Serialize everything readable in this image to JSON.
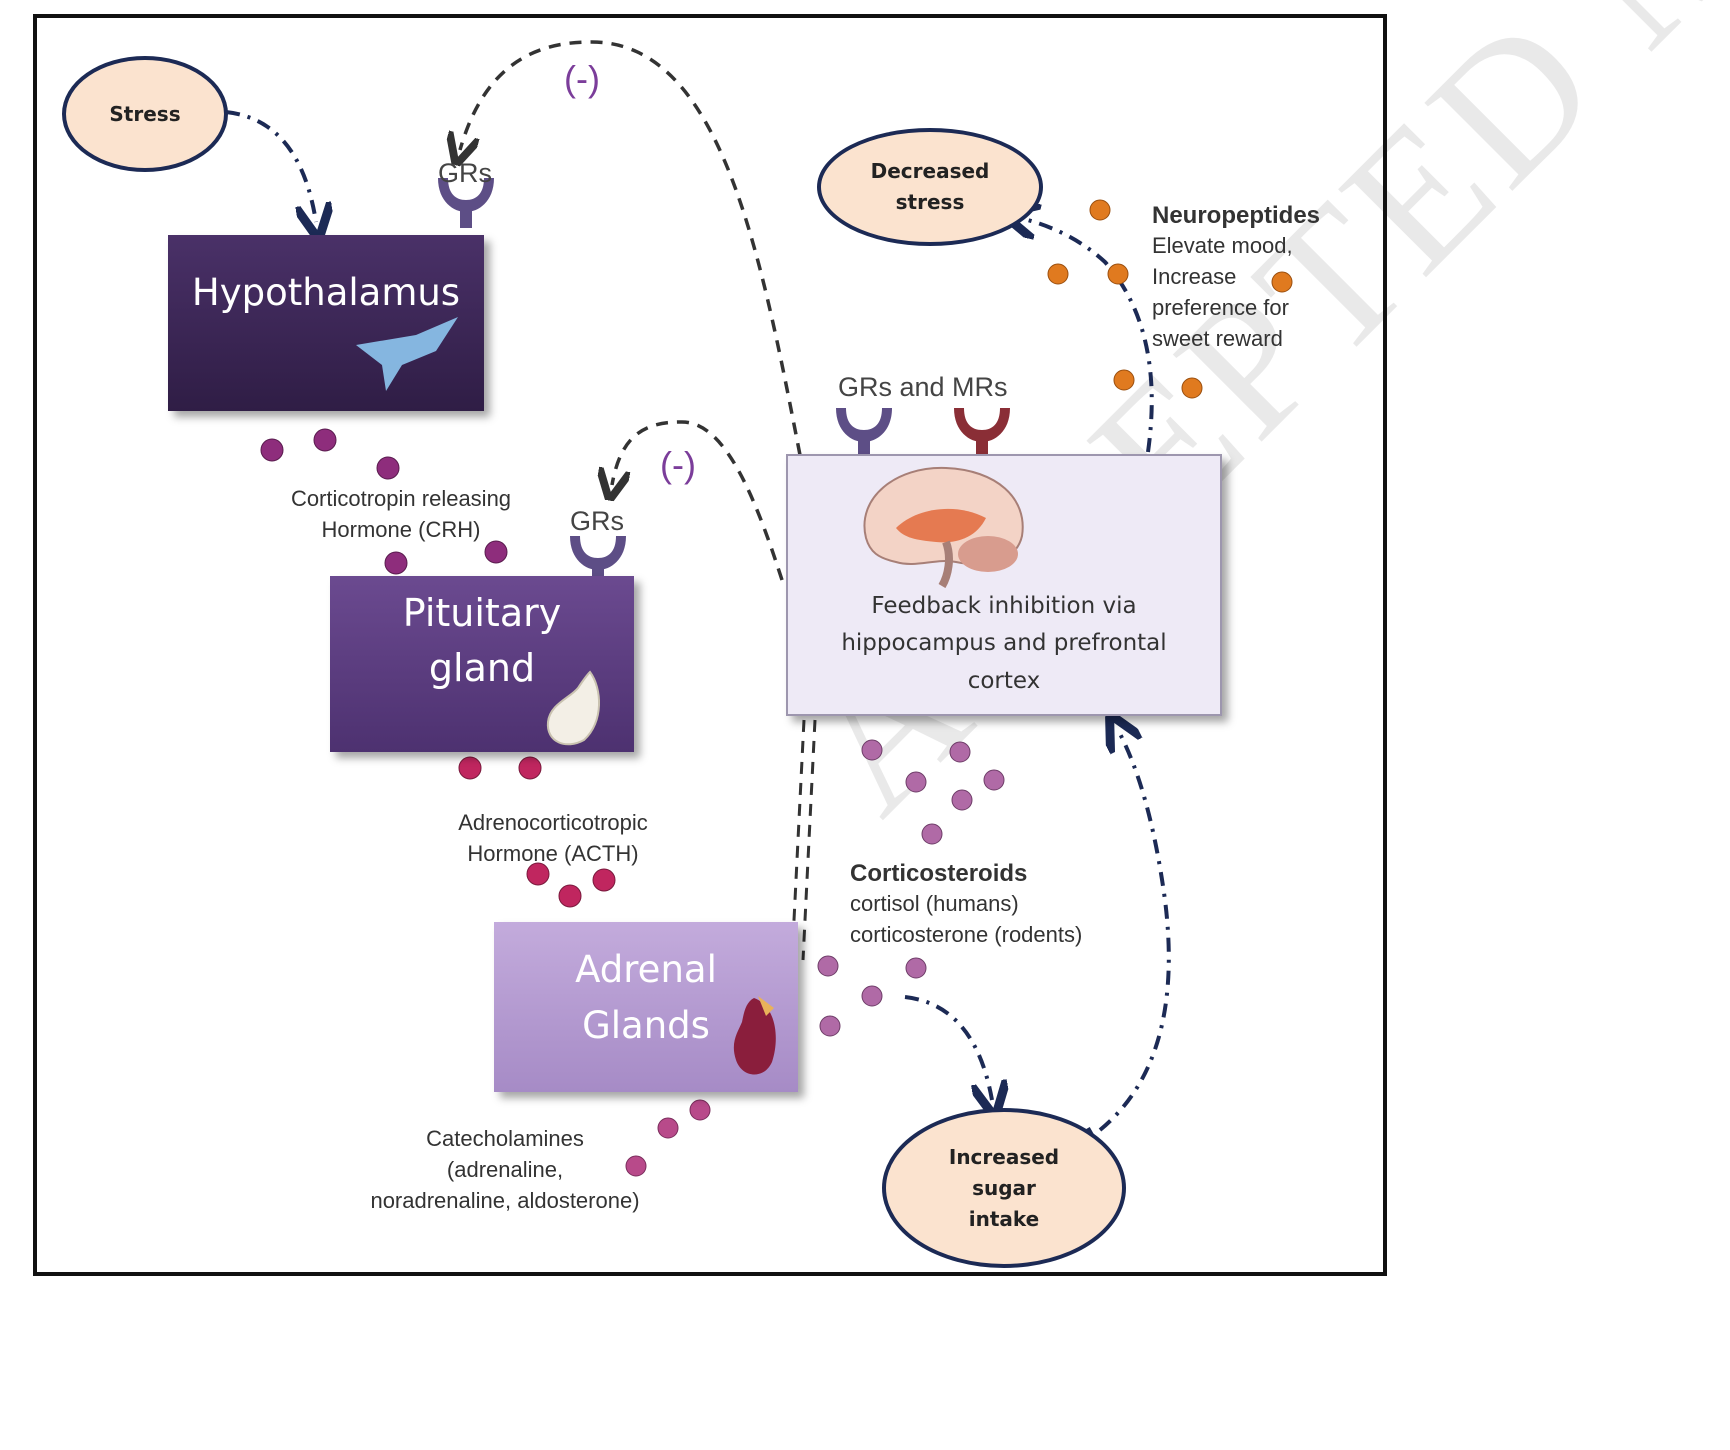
{
  "watermark": "ACCEPTED MANUSCRIPT",
  "nodes": {
    "stress": "Stress",
    "decreased_stress": "Decreased\nstress",
    "increased_sugar": "Increased\nsugar\nintake",
    "hypothalamus": "Hypothalamus",
    "pituitary": "Pituitary\ngland",
    "adrenal": "Adrenal\nGlands",
    "feedback": "Feedback inhibition via\nhippocampus and prefrontal\ncortex"
  },
  "receptors": {
    "grs_hypothalamus": "GRs",
    "grs_pituitary": "GRs",
    "grs_and_mrs": "GRs and MRs"
  },
  "inhibition": {
    "top": "(-)",
    "middle": "(-)"
  },
  "hormones": {
    "crh": "Corticotropin releasing\nHormone (CRH)",
    "acth": "Adrenocorticotropic\nHormone (ACTH)",
    "catecholamines": "Catecholamines\n(adrenaline,\nnoradrenaline, aldosterone)",
    "corticosteroids_title": "Corticosteroids",
    "corticosteroids_detail": "cortisol (humans)\ncorticosterone (rodents)",
    "neuropeptides_title": "Neuropeptides",
    "neuropeptides_detail": "Elevate mood,\nIncrease\npreference for\nsweet reward"
  },
  "colors": {
    "hypothalamus": "#3a2550",
    "pituitary": "#5b3a7d",
    "adrenal": "#b49ad0",
    "feedback": "#eeeaf6",
    "oval_fill": "#fbe3cf",
    "arrow": "#1c2a55",
    "molecule": "#8e2d7c",
    "neuropeptide": "#e07a1f",
    "minus": "#7b3d9a"
  }
}
